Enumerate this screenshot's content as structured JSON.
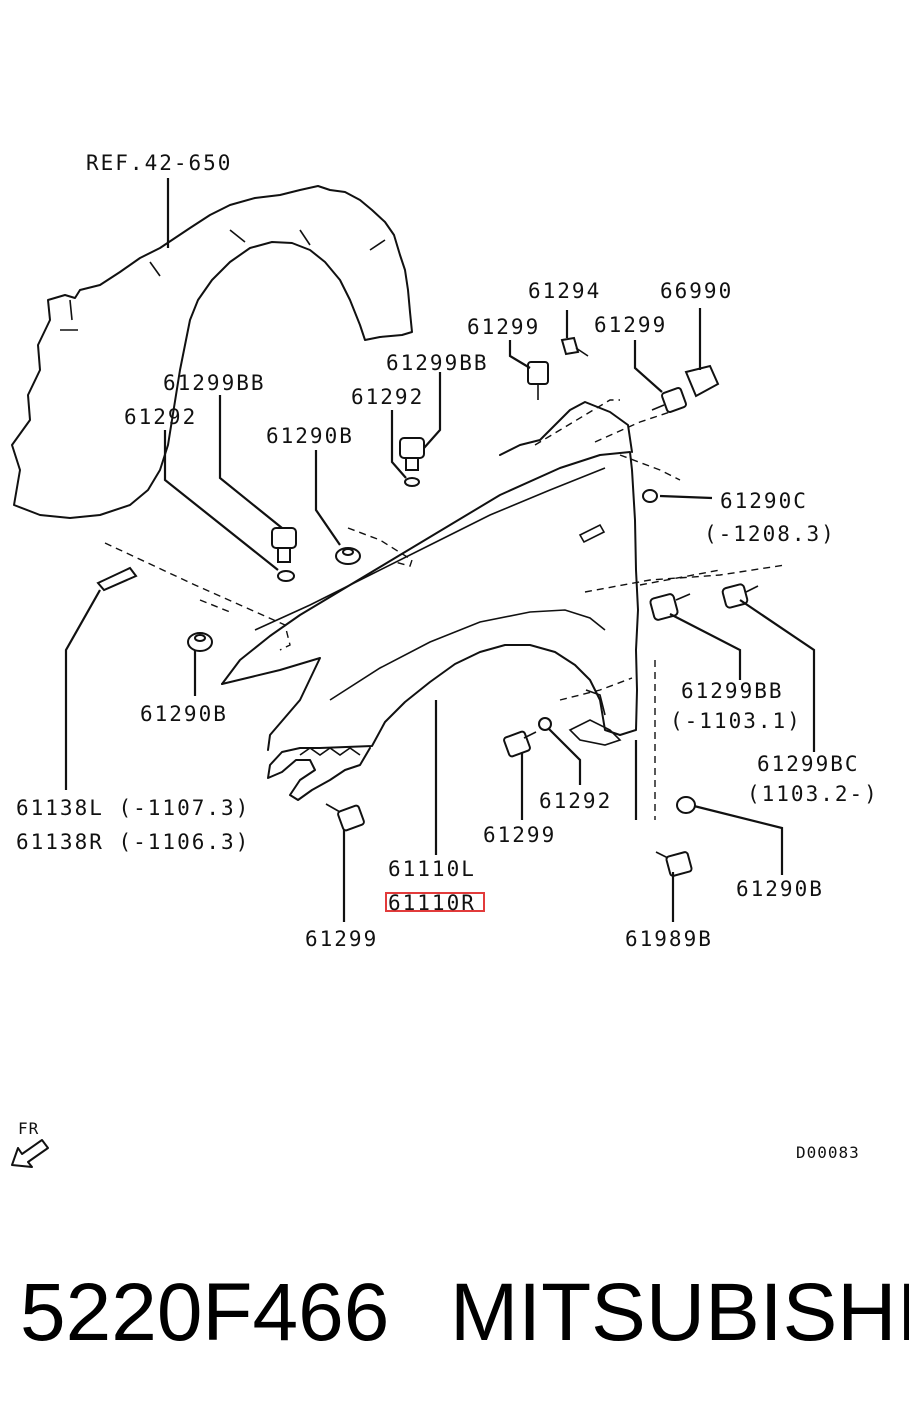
{
  "labels": {
    "ref": "REF.42-650",
    "p61294": "61294",
    "p66990": "66990",
    "p61299_top_left": "61299",
    "p61299_top_right": "61299",
    "p61299BB_center": "61299BB",
    "p61299BB_left": "61299BB",
    "p61292_center": "61292",
    "p61292_left": "61292",
    "p61290B_upper": "61290B",
    "p61290C": "61290C",
    "p61290C_range": "(-1208.3)",
    "p61290B_left": "61290B",
    "p61299BB_right": "61299BB",
    "p61299BB_right_range": "(-1103.1)",
    "p61299BC": "61299BC",
    "p61299BC_range": "(1103.2-)",
    "p61138L": "61138L (-1107.3)",
    "p61138R": "61138R (-1106.3)",
    "p61292_lower": "61292",
    "p61299_lower_mid": "61299",
    "p61110L": "61110L",
    "p61110R": "61110R",
    "p61290B_lower_right": "61290B",
    "p61299_bottom": "61299",
    "p61989B": "61989B",
    "fr": "FR",
    "diagram_code": "D00083"
  },
  "footer": {
    "part_number": "5220F466",
    "brand": "MITSUBISHI"
  },
  "colors": {
    "highlight": "#e23b3b",
    "ink": "#111111"
  }
}
